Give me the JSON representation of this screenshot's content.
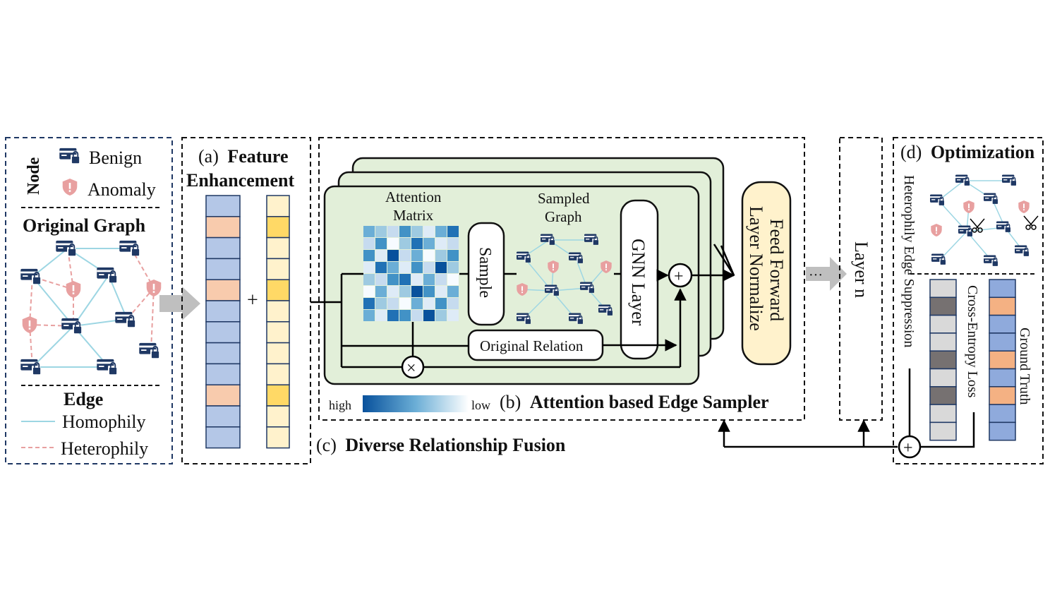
{
  "legend": {
    "node_label": "Node",
    "benign": "Benign",
    "anomaly": "Anomaly",
    "original_graph": "Original Graph",
    "edge_label": "Edge",
    "homophily": "Homophily",
    "heterophily": "Heterophily"
  },
  "feature": {
    "prefix": "(a)",
    "title_line1": "Feature",
    "title_line2": "Enhancement",
    "plus": "+"
  },
  "sampler": {
    "attention_line1": "Attention",
    "attention_line2": "Matrix",
    "sample": "Sample",
    "sampled_line1": "Sampled",
    "sampled_line2": "Graph",
    "gnn_layer": "GNN Layer",
    "original_relation": "Original Relation",
    "scale_high": "high",
    "scale_low": "low",
    "title_prefix": "(b)",
    "title": "Attention based Edge Sampler",
    "fusion_prefix": "(c)",
    "fusion_title": "Diverse Relationship Fusion",
    "plus": "+",
    "times": "×"
  },
  "ffn": {
    "line1": "Feed Forward",
    "line2": "Layer Normalize"
  },
  "layer_n": {
    "ellipsis": "···",
    "label": "Layer n"
  },
  "optimization": {
    "prefix": "(d)",
    "title": "Optimization",
    "suppression": "Heterophily Edge Suppression",
    "ce_loss": "Cross-Entropy Loss",
    "ground_truth": "Ground Truth",
    "plus": "+"
  },
  "colors": {
    "blue_cell": "#b4c7e7",
    "orange_cell": "#f8cbad",
    "yellow_light": "#fff2cc",
    "yellow_dark": "#ffd966",
    "green_panel": "#e2efd9",
    "ffn_fill": "#fff2cc",
    "navy_icon": "#1f3864",
    "anomaly_icon": "#e8a0a0",
    "homophily_edge": "#9dd6e3",
    "heterophily_edge": "#e8a0a0",
    "gt_blue": "#8faadc",
    "gt_orange": "#f4b183",
    "gray_light": "#d9d9d9",
    "gray_dark": "#767171"
  }
}
